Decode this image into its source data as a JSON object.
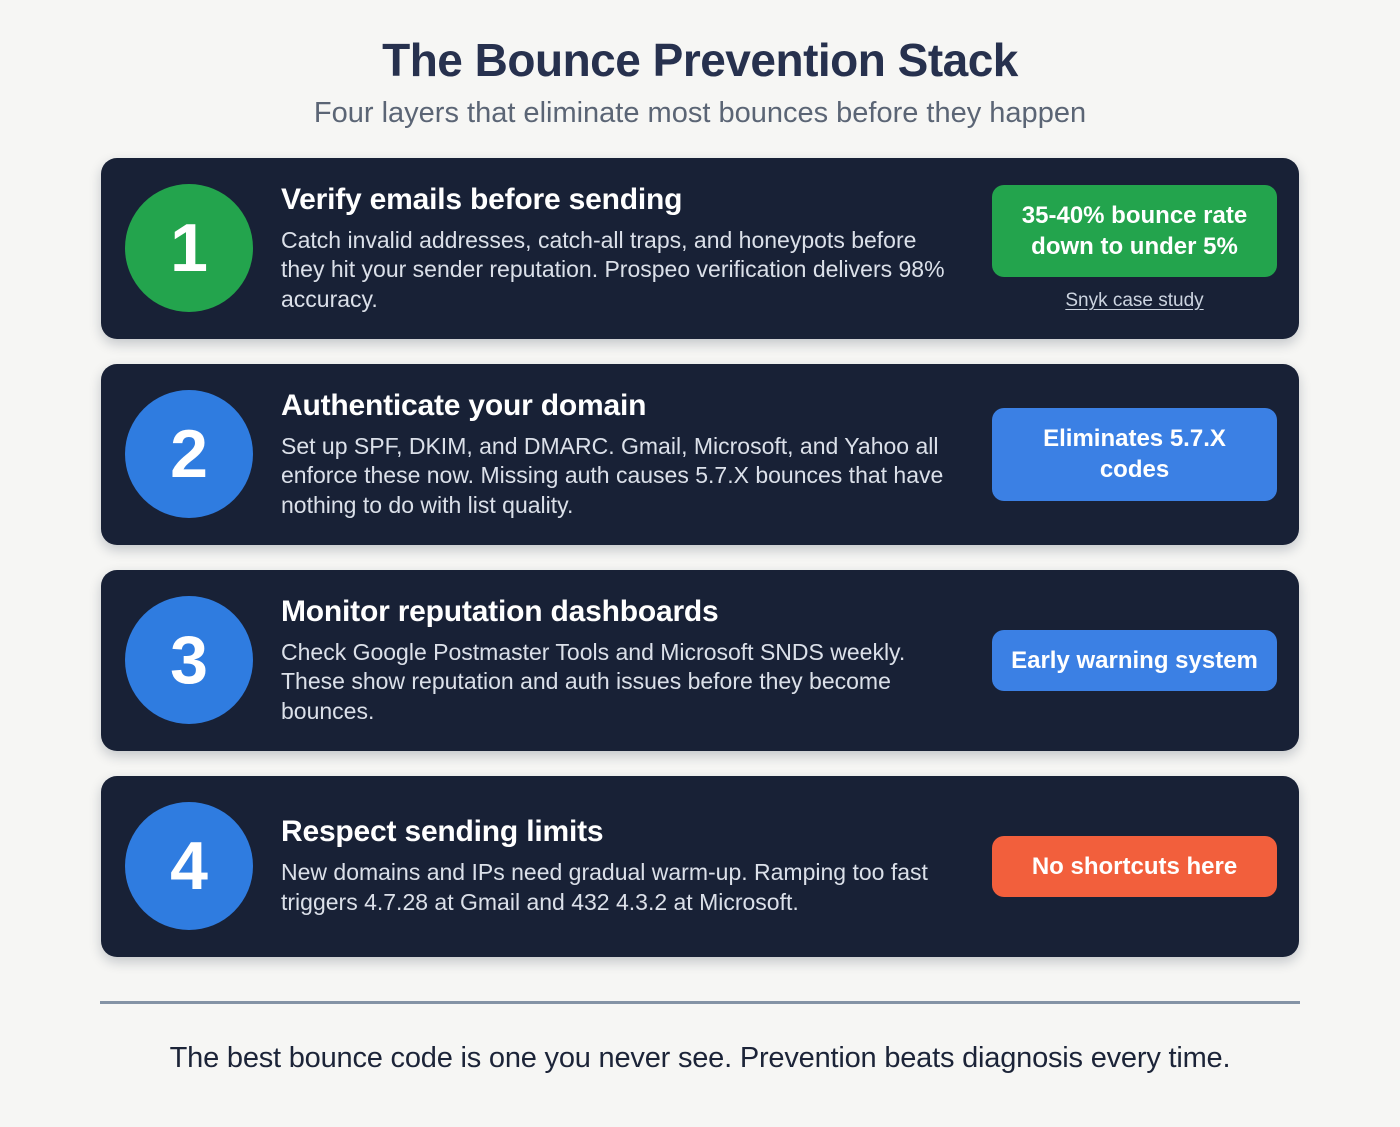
{
  "header": {
    "title": "The Bounce Prevention Stack",
    "subtitle": "Four layers that eliminate most bounces before they happen"
  },
  "colors": {
    "card_background": "#182136",
    "green": "#23a44d",
    "circle_blue": "#2f7ce0",
    "badge_blue": "#3b80e4",
    "badge_orange": "#f25f3c"
  },
  "layers": [
    {
      "number": "1",
      "circle_color": "#23a44d",
      "title": "Verify emails before sending",
      "description": "Catch invalid addresses, catch-all traps, and honeypots before they hit your sender reputation. Prospeo verification delivers 98% accuracy.",
      "badge": {
        "label": "35-40% bounce rate down to under 5%",
        "color": "#23a44d"
      },
      "link_label": "Snyk case study"
    },
    {
      "number": "2",
      "circle_color": "#2f7ce0",
      "title": "Authenticate your domain",
      "description": "Set up SPF, DKIM, and DMARC. Gmail, Microsoft, and Yahoo all enforce these now. Missing auth causes 5.7.X bounces that have nothing to do with list quality.",
      "badge": {
        "label": "Eliminates 5.7.X codes",
        "color": "#3b80e4"
      }
    },
    {
      "number": "3",
      "circle_color": "#2f7ce0",
      "title": "Monitor reputation dashboards",
      "description": "Check Google Postmaster Tools and Microsoft SNDS weekly. These show reputation and auth issues before they become bounces.",
      "badge": {
        "label": "Early warning system",
        "color": "#3b80e4"
      }
    },
    {
      "number": "4",
      "circle_color": "#2f7ce0",
      "title": "Respect sending limits",
      "description": "New domains and IPs need gradual warm-up. Ramping too fast triggers 4.7.28 at Gmail and 432 4.3.2 at Microsoft.",
      "badge": {
        "label": "No shortcuts here",
        "color": "#f25f3c"
      }
    }
  ],
  "footer": {
    "note": "The best bounce code is one you never see. Prevention beats diagnosis every time."
  }
}
